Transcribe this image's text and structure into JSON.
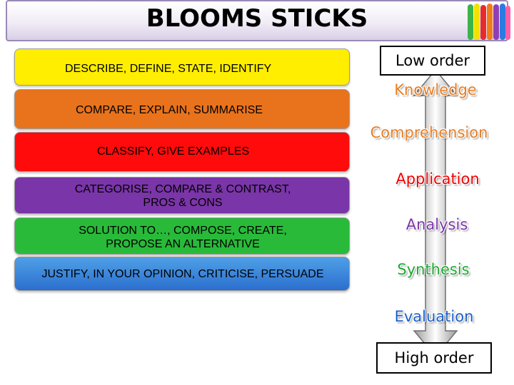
{
  "title": "BLOOMS STICKS",
  "sticks": [
    {
      "label": "DESCRIBE, DEFINE, STATE, IDENTIFY",
      "color": "#ffee00"
    },
    {
      "label": "COMPARE, EXPLAIN, SUMMARISE",
      "color": "#e8731c"
    },
    {
      "label": "CLASSIFY, GIVE EXAMPLES",
      "color": "#ff0b0b"
    },
    {
      "label": "CATEGORISE, COMPARE & CONTRAST, PROS & CONS",
      "color": "#7a35a8"
    },
    {
      "label": "SOLUTION TO…, COMPOSE, CREATE, PROPOSE AN ALTERNATIVE",
      "color": "#29ba3a"
    },
    {
      "label": "JUSTIFY, IN YOUR OPINION, CRITICISE, PERSUADE",
      "color": "#2b6fce"
    }
  ],
  "scale": {
    "low_label": "Low order",
    "high_label": "High order",
    "levels": [
      {
        "label": "Knowledge",
        "color": "#e87d22"
      },
      {
        "label": "Comprehension",
        "color": "#e87d22"
      },
      {
        "label": "Application",
        "color": "#f00000"
      },
      {
        "label": "Analysis",
        "color": "#7a35a8"
      },
      {
        "label": "Synthesis",
        "color": "#1ea832"
      },
      {
        "label": "Evaluation",
        "color": "#1a5fc9"
      }
    ]
  },
  "icons": {
    "sticks_art": "popsicle-sticks-icon",
    "arrow": "double-headed-arrow-icon"
  }
}
